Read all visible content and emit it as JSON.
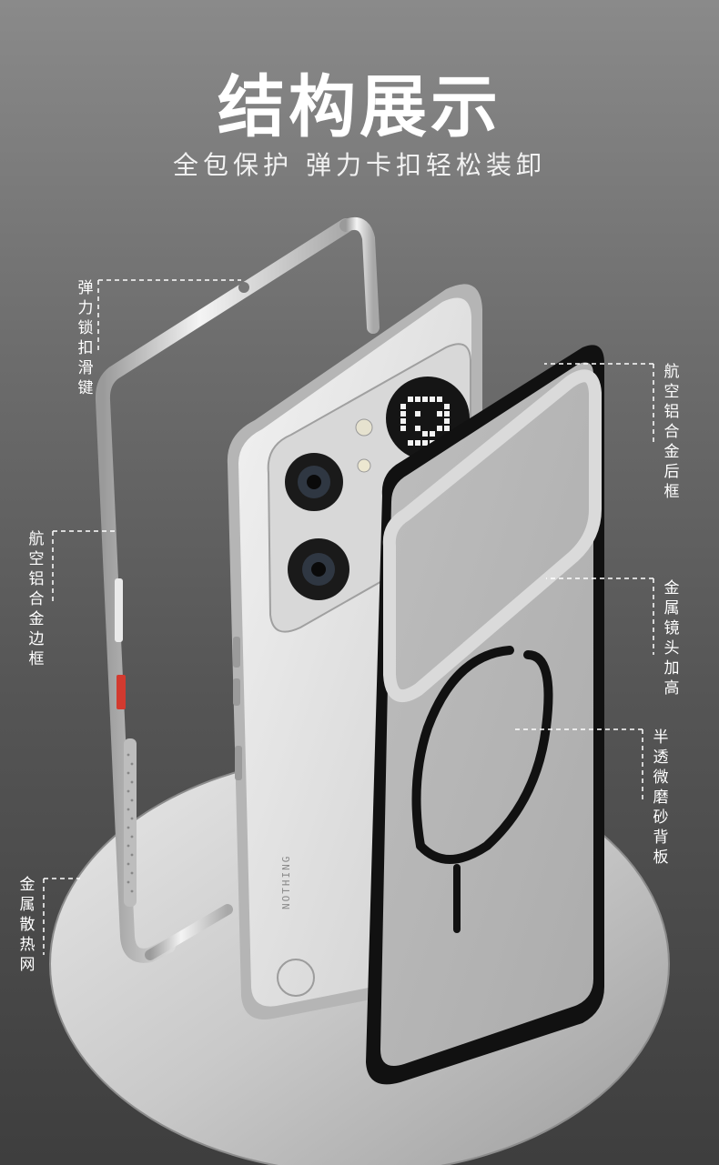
{
  "header": {
    "title": "结构展示",
    "subtitle": "全包保护 弹力卡扣轻松装卸"
  },
  "callouts": {
    "elastic_lock": "弹力锁扣滑键",
    "aluminum_side_frame": "航空铝合金边框",
    "heat_mesh": "金属散热网",
    "aluminum_back_frame": "航空铝合金后框",
    "lens_raise": "金属镜头加高",
    "frosted_back": "半透微磨砂背板"
  },
  "product_text": {
    "brand_mark": "NOTHING"
  },
  "colors": {
    "frame_silver": "#d9d9d9",
    "accent_red": "#d23a2f",
    "back_plate_black": "#111111"
  }
}
